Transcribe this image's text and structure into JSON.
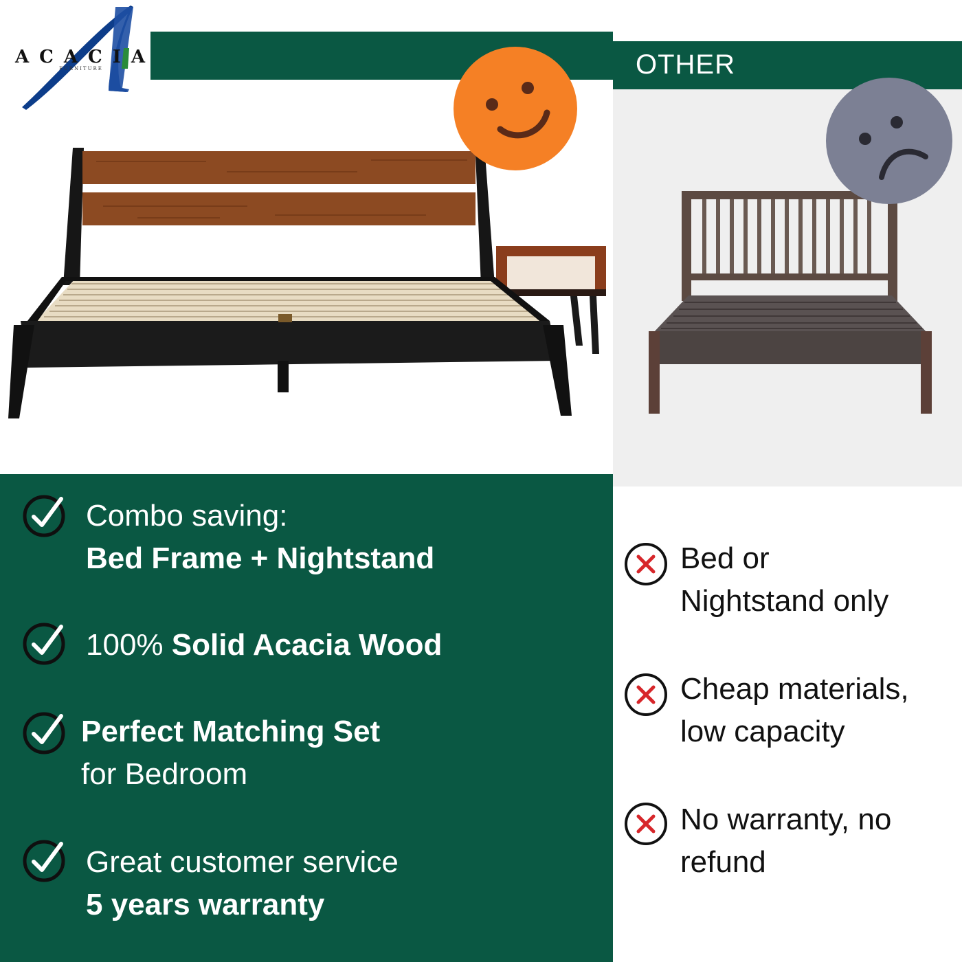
{
  "brand": {
    "logo_text": "ACACIA",
    "logo_subtext": "FURNITURE"
  },
  "comparison": {
    "other_label": "OTHER"
  },
  "pros": [
    {
      "line1_regular": "Combo saving:",
      "line2_bold": "Bed Frame + Nightstand"
    },
    {
      "regular": "100% ",
      "bold": "Solid Acacia Wood"
    },
    {
      "line1_bold": "Perfect Matching Set",
      "line2_regular": "for Bedroom"
    },
    {
      "line1_regular": "Great customer service",
      "line2_bold": "5 years warranty"
    }
  ],
  "cons": [
    {
      "line1": "Bed or",
      "line2": "Nightstand only"
    },
    {
      "line1": "Cheap materials,",
      "line2": "low capacity"
    },
    {
      "line1": "No warranty, no",
      "line2": "refund"
    }
  ],
  "icons": {
    "pro": "checkmark-circle-icon",
    "con": "x-circle-icon",
    "happy": "happy-face-icon",
    "sad": "sad-face-icon"
  },
  "colors": {
    "brand_green": "#0a5843",
    "happy_orange": "#f58025",
    "sad_gray": "#7c8094",
    "x_red": "#d7262a"
  }
}
